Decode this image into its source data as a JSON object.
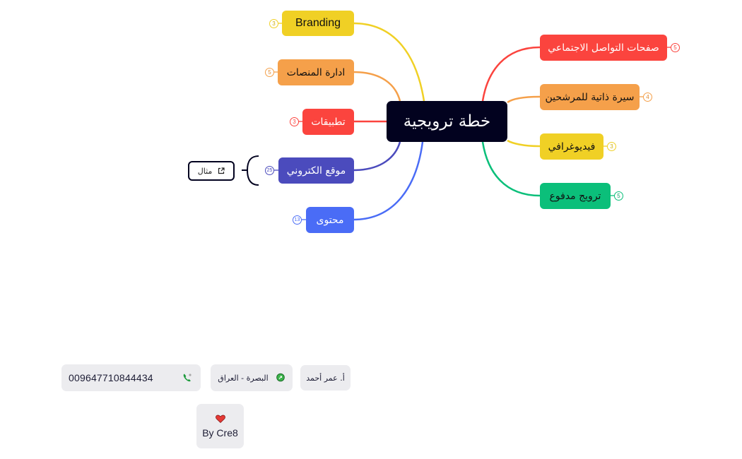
{
  "root": {
    "label": "خطة ترويجية",
    "color": "#02021f"
  },
  "left_branches": [
    {
      "label": "Branding",
      "count": "3",
      "color": "#f0d025",
      "text_color": "#111111"
    },
    {
      "label": "ادارة المنصات",
      "count": "5",
      "color": "#f5a04a",
      "text_color": "#111111"
    },
    {
      "label": "تطبيقات",
      "count": "3",
      "color": "#fb443e",
      "text_color": "#ffffff"
    },
    {
      "label": "موقع الكتروني",
      "count": "25",
      "color": "#4b4bbd",
      "text_color": "#ffffff"
    },
    {
      "label": "محتوى",
      "count": "13",
      "color": "#4a6cf6",
      "text_color": "#ffffff"
    }
  ],
  "right_branches": [
    {
      "label": "صفحات التواصل الاجتماعي",
      "count": "5",
      "color": "#fb443e",
      "text_color": "#ffffff"
    },
    {
      "label": "سيرة ذاتية للمرشحين",
      "count": "4",
      "color": "#f5a04a",
      "text_color": "#111111"
    },
    {
      "label": "فيديوغرافي",
      "count": "3",
      "color": "#f0d025",
      "text_color": "#111111"
    },
    {
      "label": "ترويج مدفوع",
      "count": "5",
      "color": "#0bbf7a",
      "text_color": "#111111"
    }
  ],
  "website_link": {
    "label": "مثال",
    "icon": "external-link-icon"
  },
  "footer": {
    "phone": {
      "value": "009647710844434",
      "icon": "phone-icon"
    },
    "location": {
      "value": "البصرة - العراق",
      "icon": "map-pin-icon"
    },
    "name": {
      "value": "أ. عمر أحمد"
    },
    "credit": {
      "value": "By Cre8",
      "icon": "heart-icon"
    }
  }
}
